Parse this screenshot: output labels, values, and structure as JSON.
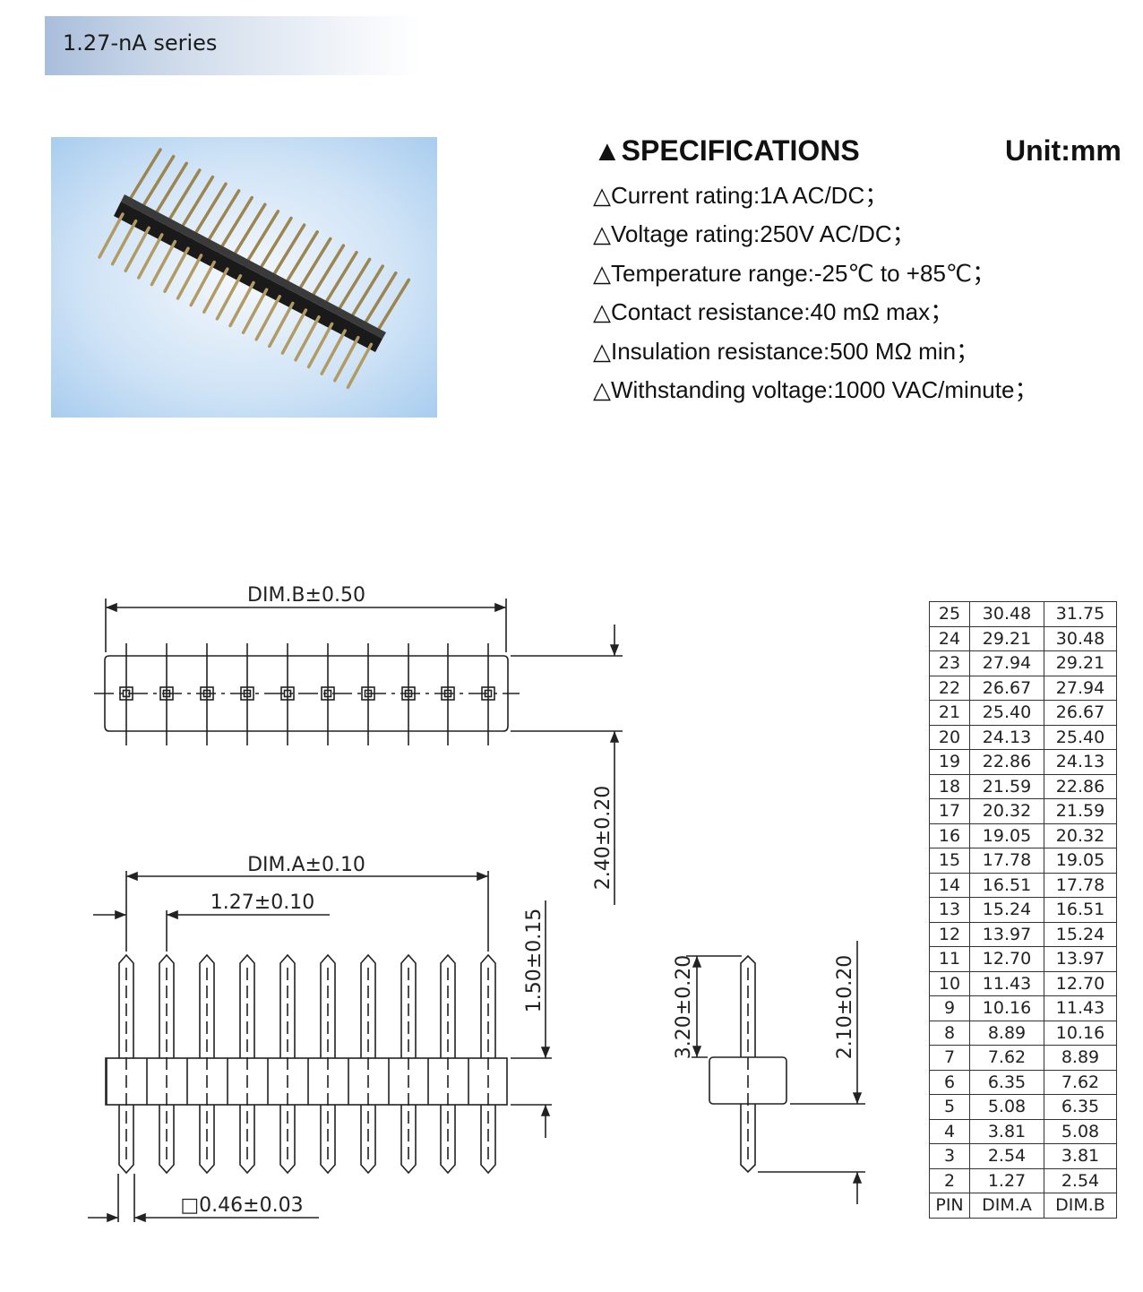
{
  "header": {
    "series_title": "1.27-nA series"
  },
  "specifications": {
    "heading": "▲SPECIFICATIONS",
    "unit": "Unit:mm",
    "items": [
      "△Current rating:1A AC/DC；",
      "△Voltage rating:250V AC/DC；",
      "△Temperature range:-25℃  to +85℃；",
      "△Contact resistance:40 mΩ max；",
      "△Insulation resistance:500 MΩ min；",
      "△Withstanding voltage:1000 VAC/minute；"
    ]
  },
  "drawing": {
    "dim_b_label": "DIM.B±0.50",
    "dim_a_label": "DIM.A±0.10",
    "pitch_label": "1.27±0.10",
    "pin_size_label": "□0.46±0.03",
    "height_label": "2.40±0.20",
    "insulator_label": "1.50±0.15",
    "upper_pin_label": "3.20±0.20",
    "lower_pin_label": "2.10±0.20"
  },
  "dim_table": {
    "headers": [
      "PIN",
      "DIM.A",
      "DIM.B"
    ],
    "rows": [
      [
        "25",
        "30.48",
        "31.75"
      ],
      [
        "24",
        "29.21",
        "30.48"
      ],
      [
        "23",
        "27.94",
        "29.21"
      ],
      [
        "22",
        "26.67",
        "27.94"
      ],
      [
        "21",
        "25.40",
        "26.67"
      ],
      [
        "20",
        "24.13",
        "25.40"
      ],
      [
        "19",
        "22.86",
        "24.13"
      ],
      [
        "18",
        "21.59",
        "22.86"
      ],
      [
        "17",
        "20.32",
        "21.59"
      ],
      [
        "16",
        "19.05",
        "20.32"
      ],
      [
        "15",
        "17.78",
        "19.05"
      ],
      [
        "14",
        "16.51",
        "17.78"
      ],
      [
        "13",
        "15.24",
        "16.51"
      ],
      [
        "12",
        "13.97",
        "15.24"
      ],
      [
        "11",
        "12.70",
        "13.97"
      ],
      [
        "10",
        "11.43",
        "12.70"
      ],
      [
        "9",
        "10.16",
        "11.43"
      ],
      [
        "8",
        "8.89",
        "10.16"
      ],
      [
        "7",
        "7.62",
        "8.89"
      ],
      [
        "6",
        "6.35",
        "7.62"
      ],
      [
        "5",
        "5.08",
        "6.35"
      ],
      [
        "4",
        "3.81",
        "5.08"
      ],
      [
        "3",
        "2.54",
        "3.81"
      ],
      [
        "2",
        "1.27",
        "2.54"
      ]
    ]
  }
}
